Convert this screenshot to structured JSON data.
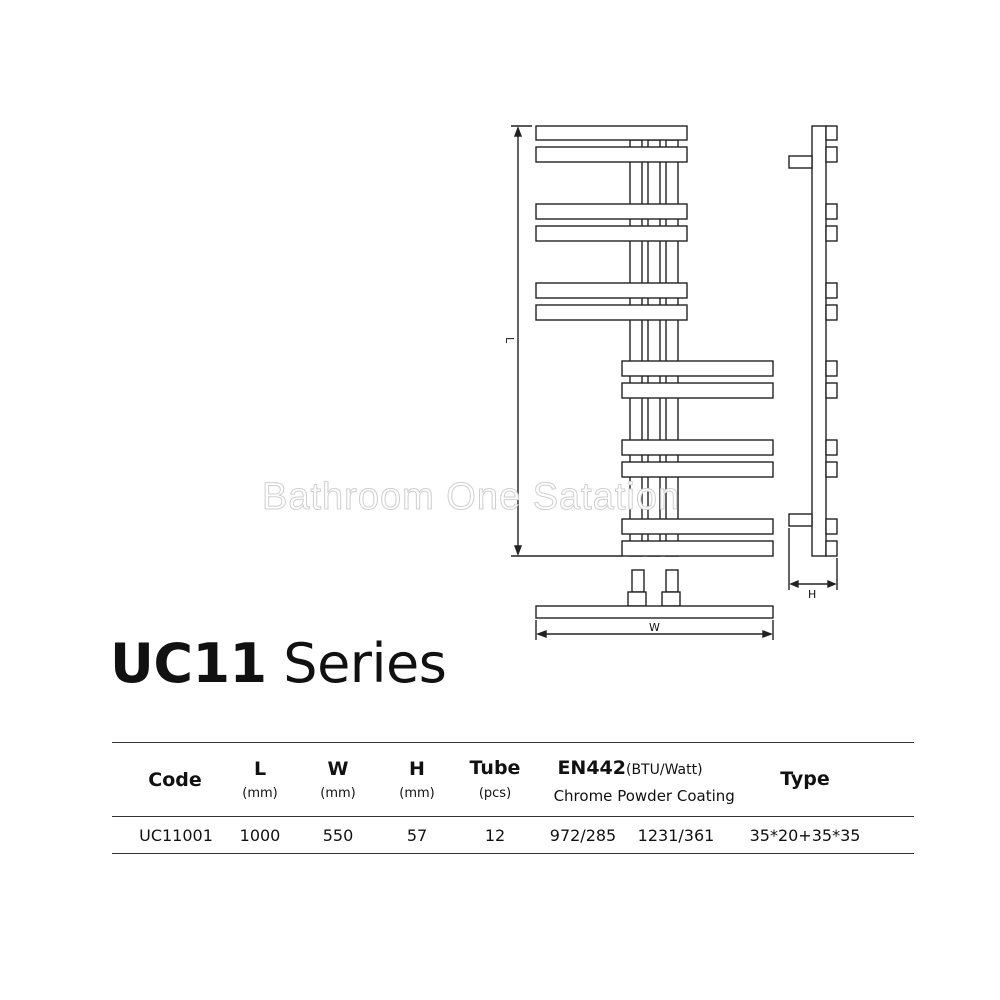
{
  "drawing": {
    "dim_labels": {
      "length": "L",
      "width": "W",
      "height": "H"
    }
  },
  "watermark": "Bathroom One Satation",
  "title": {
    "model": "UC11",
    "series": "Series"
  },
  "table": {
    "headers": {
      "code": "Code",
      "l": "L",
      "l_unit": "(mm)",
      "w": "W",
      "w_unit": "(mm)",
      "h": "H",
      "h_unit": "(mm)",
      "tube": "Tube",
      "tube_unit": "(pcs)",
      "en442": "EN442",
      "en442_unit": "(BTU/Watt)",
      "chrome": "Chrome",
      "powder": "Powder Coating",
      "type": "Type"
    },
    "row": {
      "code": "UC11001",
      "l": "1000",
      "w": "550",
      "h": "57",
      "tube": "12",
      "chrome": "972/285",
      "powder": "1231/361",
      "type": "35*20+35*35"
    }
  }
}
